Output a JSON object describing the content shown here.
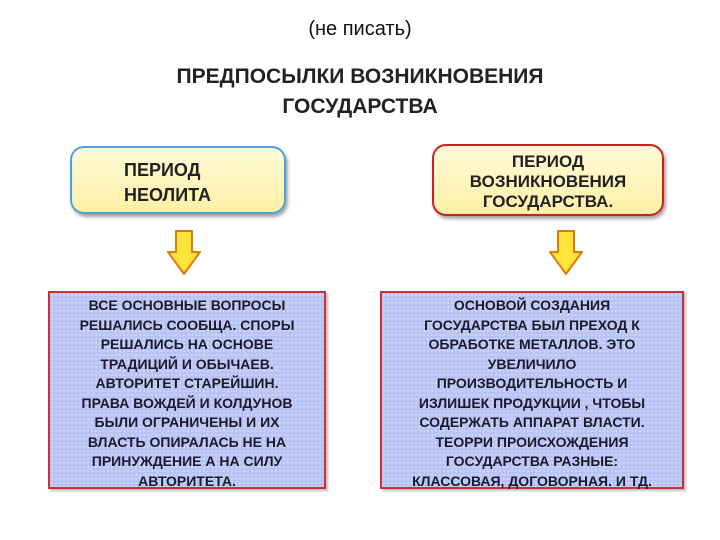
{
  "note": "(не писать)",
  "title": [
    "ПРЕДПОСЫЛКИ  ВОЗНИКНОВЕНИЯ",
    "ГОСУДАРСТВА"
  ],
  "left": {
    "period": [
      "ПЕРИОД",
      "НЕОЛИТА"
    ],
    "text": [
      "ВСЕ ОСНОВНЫЕ  ВОПРОСЫ",
      "РЕШАЛИСЬ СООБЩА. СПОРЫ",
      "РЕШАЛИСЬ НА ОСНОВЕ",
      "ТРАДИЦИЙ И ОБЫЧАЕВ.",
      "АВТОРИТЕТ СТАРЕЙШИН.",
      "ПРАВА ВОЖДЕЙ И КОЛДУНОВ",
      "БЫЛИ ОГРАНИЧЕНЫ И ИХ",
      "ВЛАСТЬ ОПИРАЛАСЬ  НЕ НА",
      "ПРИНУЖДЕНИЕ  А НА  СИЛУ",
      "АВТОРИТЕТА."
    ]
  },
  "right": {
    "period": [
      "ПЕРИОД",
      "ВОЗНИКНОВЕНИЯ",
      "ГОСУДАРСТВА."
    ],
    "text": [
      "ОСНОВОЙ СОЗДАНИЯ",
      "ГОСУДАРСТВА   БЫЛ ПРЕХОД К",
      "ОБРАБОТКЕ МЕТАЛЛОВ. ЭТО",
      "УВЕЛИЧИЛО",
      "ПРОИЗВОДИТЕЛЬНОСТЬ  И",
      "ИЗЛИШЕК ПРОДУКЦИИ , ЧТОБЫ",
      "СОДЕРЖАТЬ  АППАРАТ ВЛАСТИ.",
      "ТЕОРРИ ПРОИСХОЖДЕНИЯ",
      "ГОСУДАРСТВА РАЗНЫЕ:",
      "КЛАССОВАЯ, ДОГОВОРНАЯ.  И ТД."
    ]
  },
  "colors": {
    "arrow_fill": "#ffe43a",
    "arrow_stroke": "#e07a10",
    "left_border": "#4aa3d8",
    "right_border": "#d21e1e",
    "box_fill": "#b9c4f5"
  }
}
